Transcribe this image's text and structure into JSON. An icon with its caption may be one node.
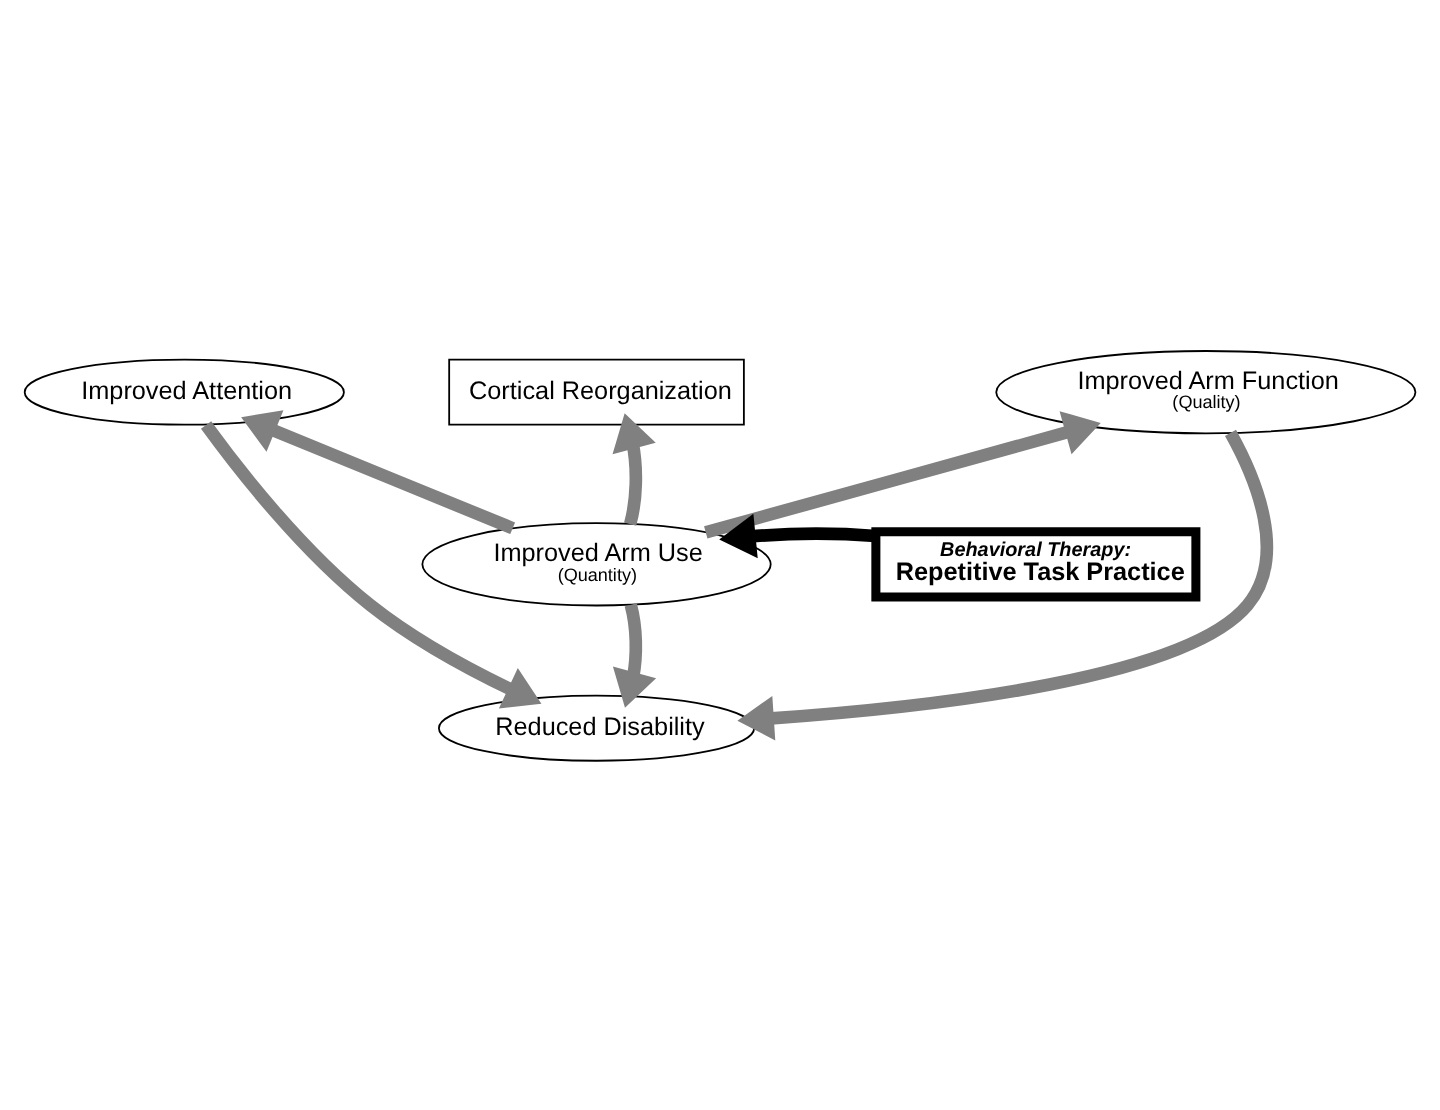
{
  "diagram": {
    "nodes": [
      {
        "text": [
          "Cortical Reorganization"
        ]
      },
      {
        "text": [
          "Improved Attention"
        ]
      },
      {
        "text": [
          "Improved Arm Function",
          "(Quality)"
        ]
      },
      {
        "text": [
          "Improved Arm Use",
          "(Quantity)"
        ]
      },
      {
        "text": [
          "Behavioral Therapy:",
          "Repetitive Task Practice"
        ]
      },
      {
        "text": [
          "Reduced Disability"
        ]
      }
    ],
    "edges": [
      {
        "from": 3,
        "to": 0,
        "arrow": "to"
      },
      {
        "from": 3,
        "to": 1,
        "arrow": "to"
      },
      {
        "from": 3,
        "to": 2,
        "arrow": "to"
      },
      {
        "from": 4,
        "to": 3,
        "arrow": "to",
        "color": "#000000"
      },
      {
        "from": 3,
        "to": 5,
        "arrow": "to"
      },
      {
        "from": 1,
        "to": 5,
        "arrow": "to"
      },
      {
        "from": 2,
        "to": 5,
        "arrow": "to"
      }
    ]
  }
}
